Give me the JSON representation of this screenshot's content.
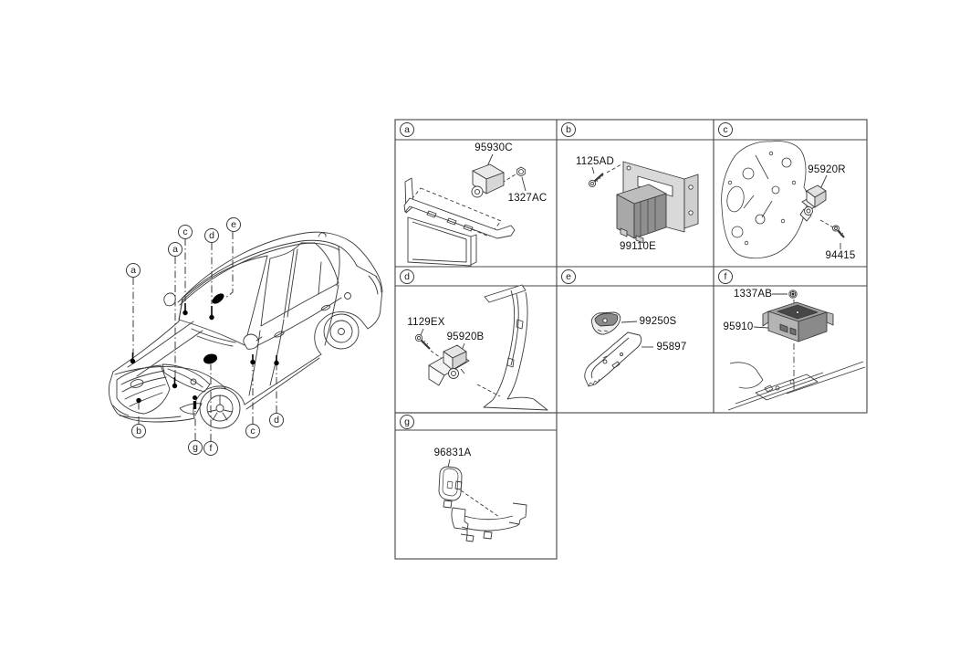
{
  "page": {
    "background": "#ffffff",
    "line_color": "#3a3a3a",
    "marker_color": "#000000",
    "description": "Relay & module parts location diagram: sedan three-quarter line drawing with lettered callouts and a grid of part detail drawings"
  },
  "vehicle": {
    "callouts": [
      {
        "label": "a"
      },
      {
        "label": "a"
      },
      {
        "label": "c"
      },
      {
        "label": "d"
      },
      {
        "label": "e"
      },
      {
        "label": "b"
      },
      {
        "label": "g"
      },
      {
        "label": "f"
      },
      {
        "label": "c"
      },
      {
        "label": "d"
      }
    ]
  },
  "parts_table": {
    "cells": [
      {
        "label": "a",
        "parts": [
          {
            "number": "95930C"
          },
          {
            "number": "1327AC"
          }
        ]
      },
      {
        "label": "b",
        "parts": [
          {
            "number": "1125AD"
          },
          {
            "number": "99110E"
          }
        ]
      },
      {
        "label": "c",
        "parts": [
          {
            "number": "95920R"
          },
          {
            "number": "94415"
          }
        ]
      },
      {
        "label": "d",
        "parts": [
          {
            "number": "1129EX"
          },
          {
            "number": "95920B"
          }
        ]
      },
      {
        "label": "e",
        "parts": [
          {
            "number": "99250S"
          },
          {
            "number": "95897"
          }
        ]
      },
      {
        "label": "f",
        "parts": [
          {
            "number": "1337AB"
          },
          {
            "number": "95910"
          }
        ]
      },
      {
        "label": "g",
        "parts": [
          {
            "number": "96831A"
          }
        ]
      }
    ]
  }
}
